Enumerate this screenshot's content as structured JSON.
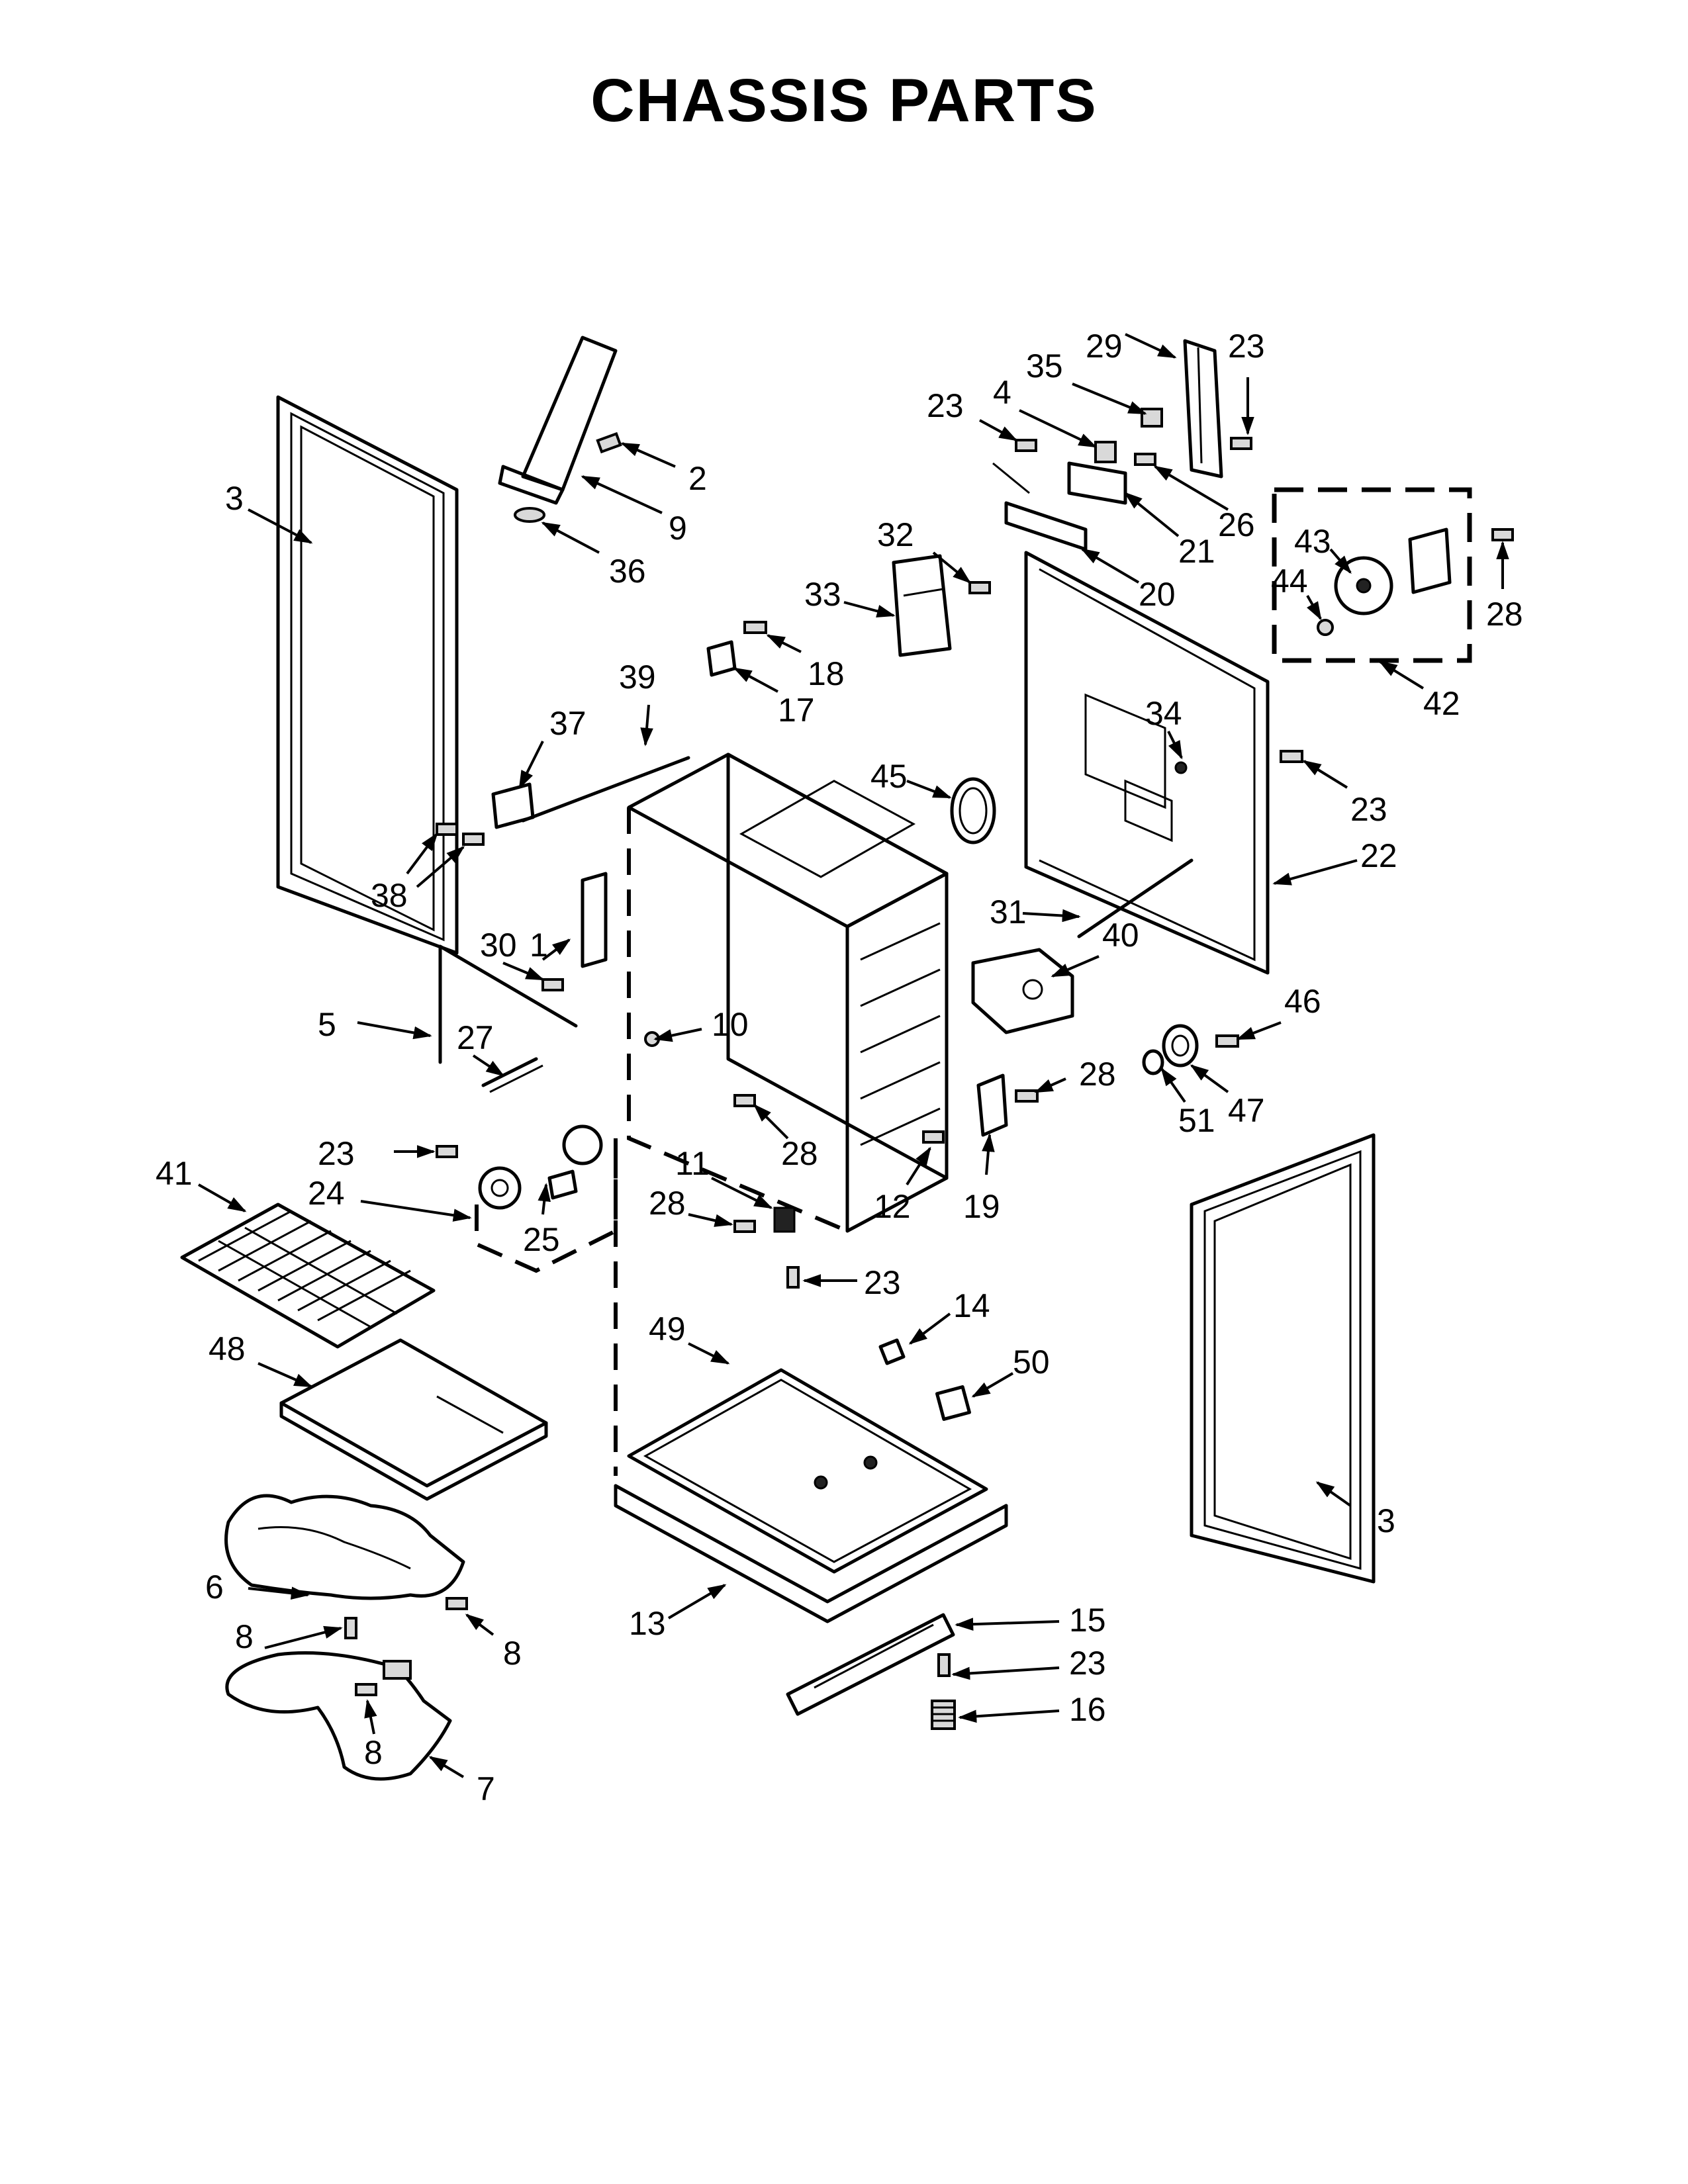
{
  "title": "CHASSIS PARTS",
  "callouts": [
    {
      "id": "c-3-left",
      "label": "3"
    },
    {
      "id": "c-2",
      "label": "2"
    },
    {
      "id": "c-9",
      "label": "9"
    },
    {
      "id": "c-36",
      "label": "36"
    },
    {
      "id": "c-23-top-a",
      "label": "23"
    },
    {
      "id": "c-4",
      "label": "4"
    },
    {
      "id": "c-35",
      "label": "35"
    },
    {
      "id": "c-29",
      "label": "29"
    },
    {
      "id": "c-23-top-b",
      "label": "23"
    },
    {
      "id": "c-26",
      "label": "26"
    },
    {
      "id": "c-21",
      "label": "21"
    },
    {
      "id": "c-20",
      "label": "20"
    },
    {
      "id": "c-32",
      "label": "32"
    },
    {
      "id": "c-33",
      "label": "33"
    },
    {
      "id": "c-43",
      "label": "43"
    },
    {
      "id": "c-44",
      "label": "44"
    },
    {
      "id": "c-28-fan",
      "label": "28"
    },
    {
      "id": "c-42",
      "label": "42"
    },
    {
      "id": "c-18",
      "label": "18"
    },
    {
      "id": "c-17",
      "label": "17"
    },
    {
      "id": "c-39",
      "label": "39"
    },
    {
      "id": "c-37",
      "label": "37"
    },
    {
      "id": "c-34",
      "label": "34"
    },
    {
      "id": "c-23-right",
      "label": "23"
    },
    {
      "id": "c-45",
      "label": "45"
    },
    {
      "id": "c-22",
      "label": "22"
    },
    {
      "id": "c-38",
      "label": "38"
    },
    {
      "id": "c-31",
      "label": "31"
    },
    {
      "id": "c-40",
      "label": "40"
    },
    {
      "id": "c-30",
      "label": "30"
    },
    {
      "id": "c-1",
      "label": "1"
    },
    {
      "id": "c-5",
      "label": "5"
    },
    {
      "id": "c-10",
      "label": "10"
    },
    {
      "id": "c-46",
      "label": "46"
    },
    {
      "id": "c-27",
      "label": "27"
    },
    {
      "id": "c-28-mid",
      "label": "28"
    },
    {
      "id": "c-28-oven",
      "label": "28"
    },
    {
      "id": "c-47",
      "label": "47"
    },
    {
      "id": "c-51",
      "label": "51"
    },
    {
      "id": "c-23-left",
      "label": "23"
    },
    {
      "id": "c-11",
      "label": "11"
    },
    {
      "id": "c-12",
      "label": "12"
    },
    {
      "id": "c-19",
      "label": "19"
    },
    {
      "id": "c-41",
      "label": "41"
    },
    {
      "id": "c-24",
      "label": "24"
    },
    {
      "id": "c-25",
      "label": "25"
    },
    {
      "id": "c-28-low",
      "label": "28"
    },
    {
      "id": "c-23-low",
      "label": "23"
    },
    {
      "id": "c-14",
      "label": "14"
    },
    {
      "id": "c-49",
      "label": "49"
    },
    {
      "id": "c-48",
      "label": "48"
    },
    {
      "id": "c-50",
      "label": "50"
    },
    {
      "id": "c-3-right",
      "label": "3"
    },
    {
      "id": "c-6",
      "label": "6"
    },
    {
      "id": "c-13",
      "label": "13"
    },
    {
      "id": "c-15",
      "label": "15"
    },
    {
      "id": "c-8-a",
      "label": "8"
    },
    {
      "id": "c-8-b",
      "label": "8"
    },
    {
      "id": "c-23-bottom",
      "label": "23"
    },
    {
      "id": "c-16",
      "label": "16"
    },
    {
      "id": "c-8-c",
      "label": "8"
    },
    {
      "id": "c-7",
      "label": "7"
    }
  ]
}
